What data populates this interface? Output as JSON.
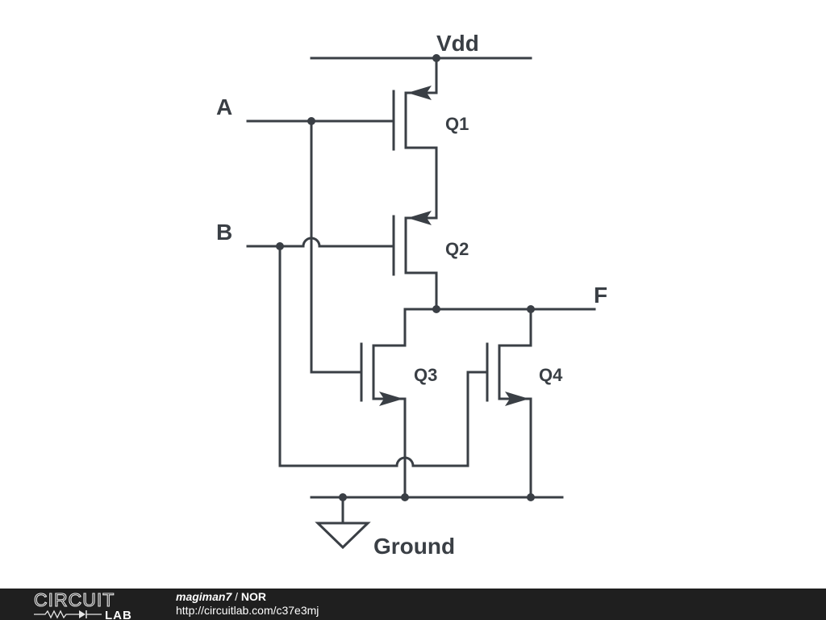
{
  "schematic": {
    "supply_label": "Vdd",
    "ground_label": "Ground",
    "inputs": {
      "a": "A",
      "b": "B"
    },
    "output": "F",
    "transistors": [
      "Q1",
      "Q2",
      "Q3",
      "Q4"
    ]
  },
  "footer": {
    "logo_top": "CIRCUIT",
    "logo_bottom": "LAB",
    "author": "magiman7",
    "separator": " / ",
    "title": "NOR",
    "url": "http://circuitlab.com/c37e3mj"
  },
  "colors": {
    "ink": "#3a3f45",
    "footer_bg": "#1f1f1f"
  }
}
